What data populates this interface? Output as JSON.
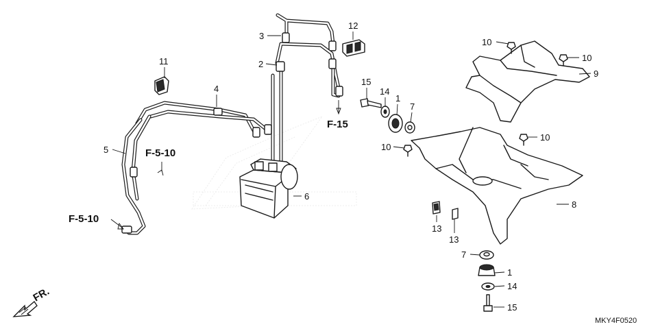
{
  "labels": {
    "p1a": "1",
    "p1b": "1",
    "p2": "2",
    "p3": "3",
    "p4": "4",
    "p5": "5",
    "p6": "6",
    "p7a": "7",
    "p7b": "7",
    "p8": "8",
    "p9": "9",
    "p10a": "10",
    "p10b": "10",
    "p10c": "10",
    "p10d": "10",
    "p11": "11",
    "p12": "12",
    "p13a": "13",
    "p13b": "13",
    "p14a": "14",
    "p14b": "14",
    "p15a": "15",
    "p15b": "15"
  },
  "refs": {
    "f15": "F-15",
    "f510_upper": "F-5-10",
    "f510_lower": "F-5-10"
  },
  "front_marker": "FR.",
  "diagram_code": "MKY4F0520"
}
